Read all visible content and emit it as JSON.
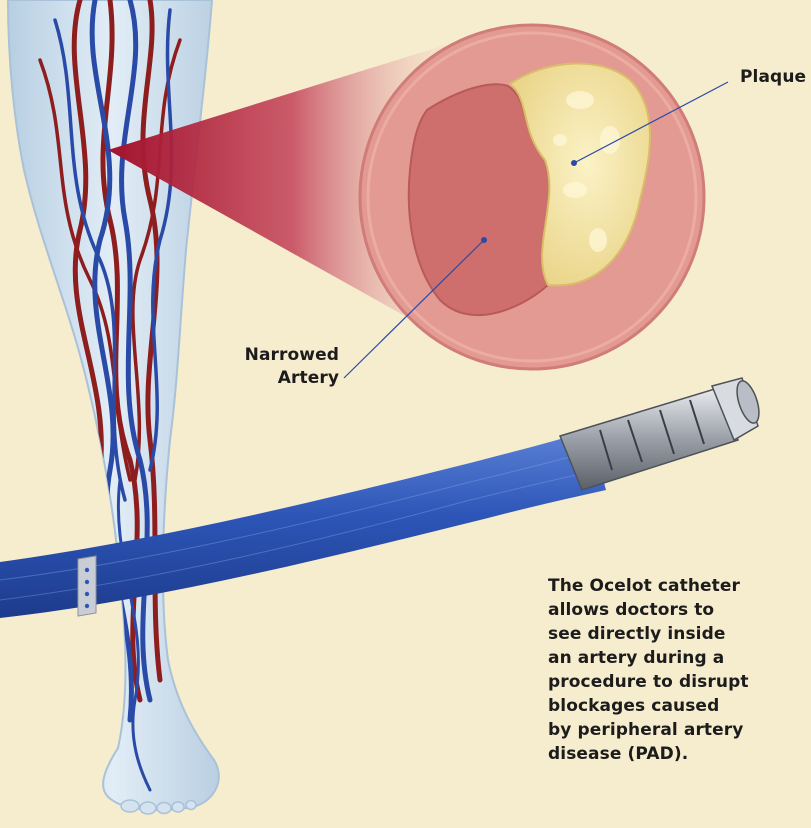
{
  "colors": {
    "background": "#f6ecce",
    "artery_wall": "#e39a92",
    "lumen": "#cf6f6d",
    "plaque": "#f5e6a6",
    "catheter_blue": "#2d56b8",
    "artery_red": "#8e1e1e",
    "vein_blue": "#2a4aa8",
    "leg_skin": "#cfe0ee",
    "callout_crimson": "#a3122c"
  },
  "labels": {
    "plaque": "Plaque",
    "narrowed_artery": "Narrowed\nArtery"
  },
  "caption": "The Ocelot catheter\nallows doctors to\nsee directly inside\nan artery during a\nprocedure to disrupt\nblockages caused\nby peripheral artery\ndisease (PAD)."
}
